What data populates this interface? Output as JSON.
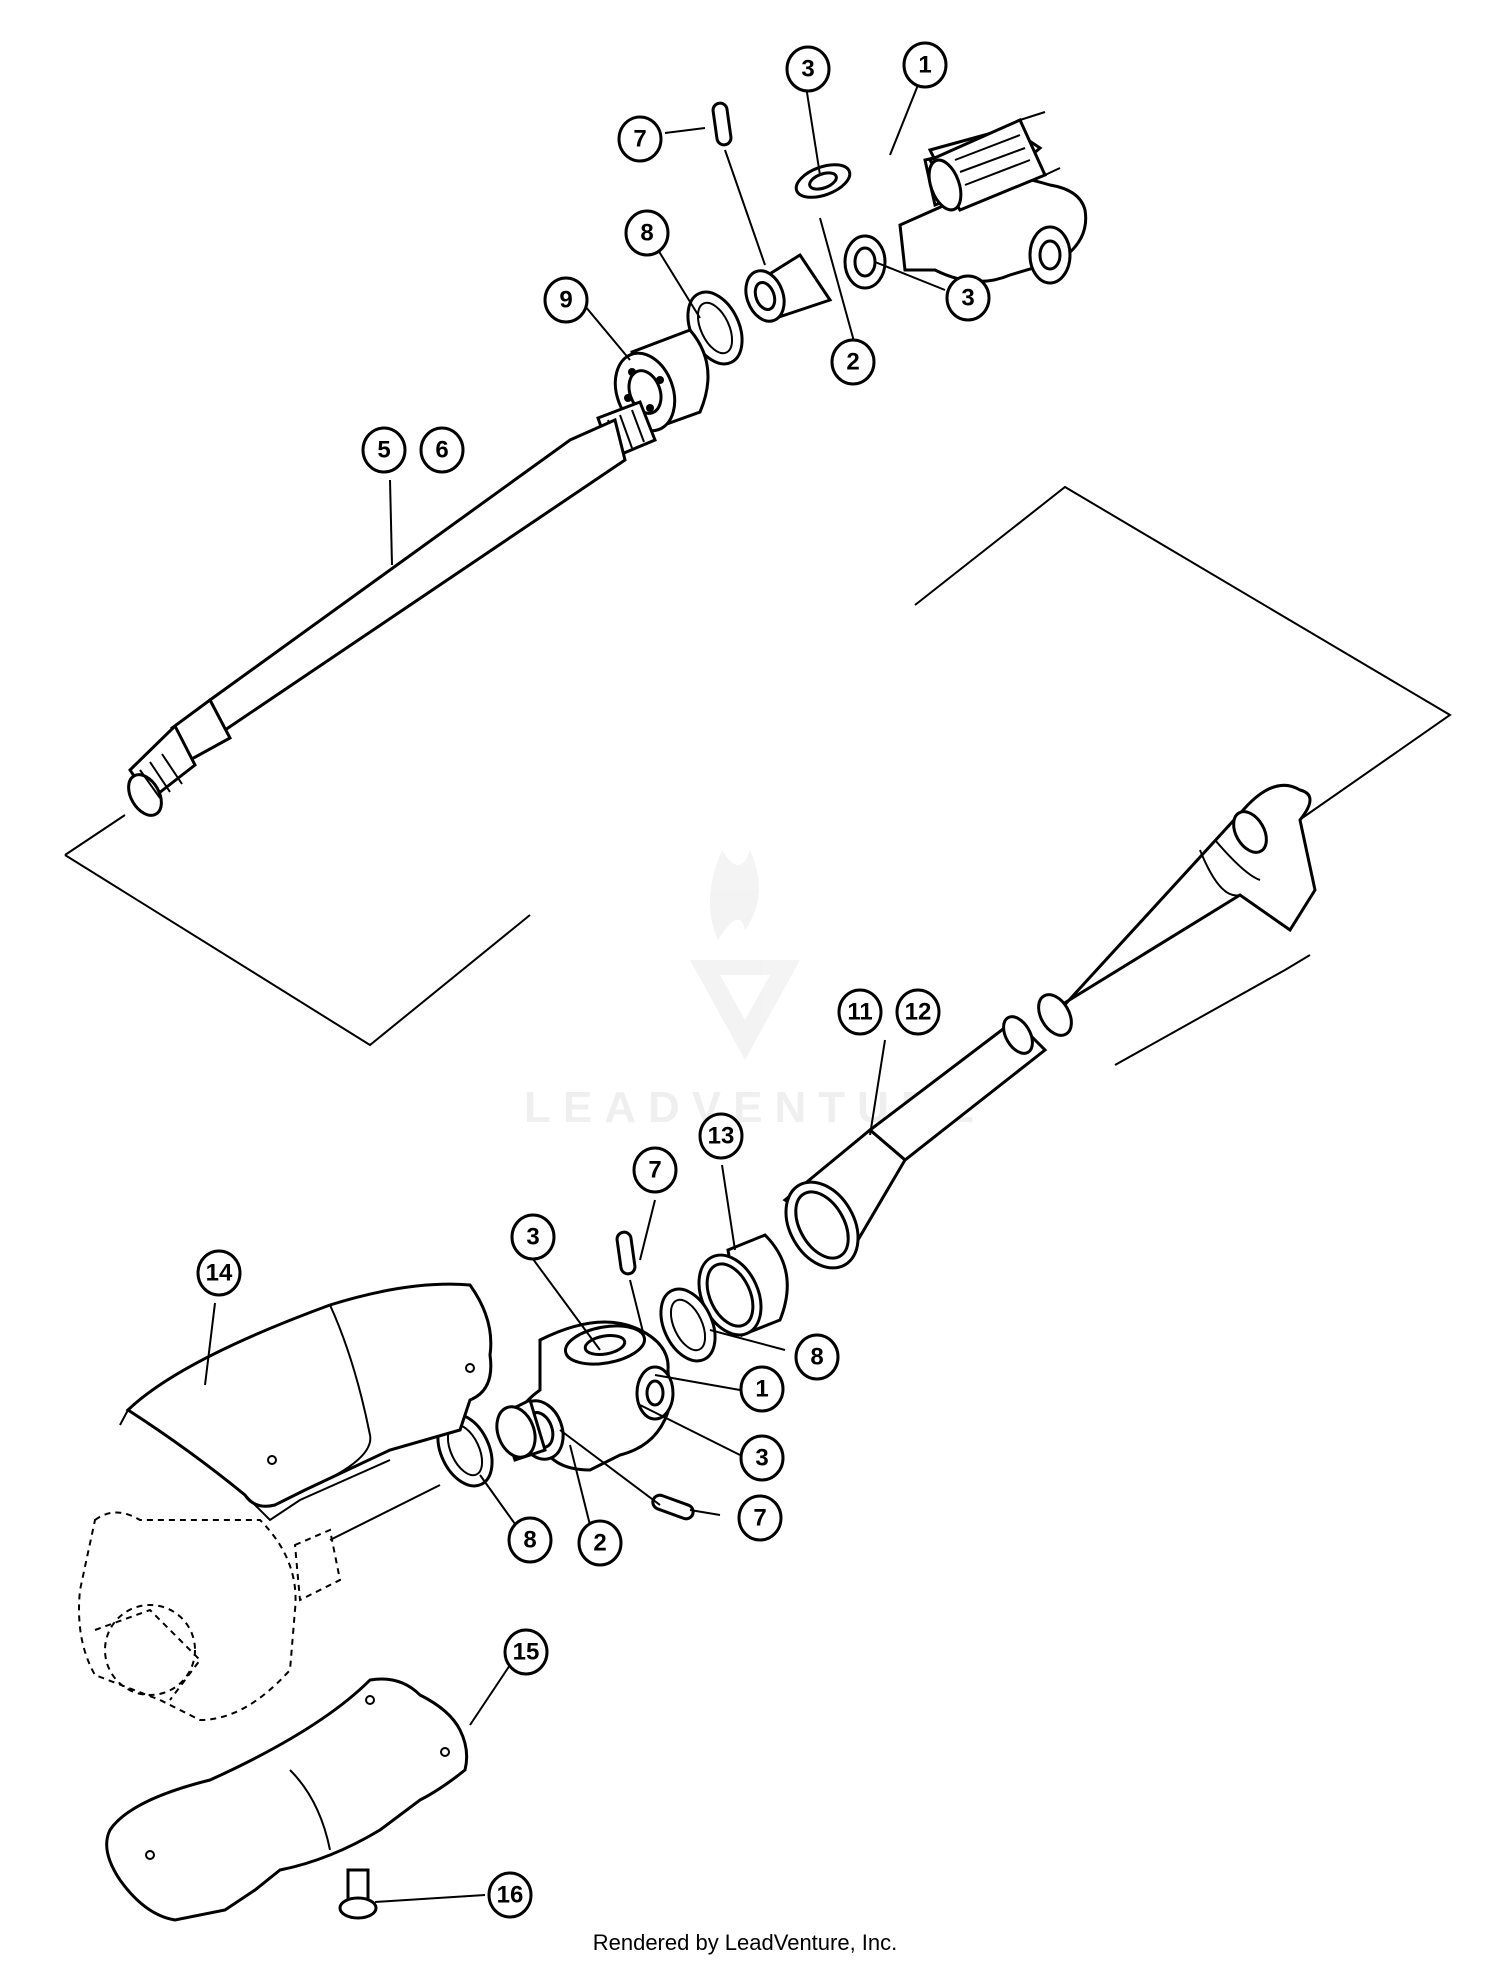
{
  "watermark": {
    "text": "LEADVENTURE"
  },
  "footer": {
    "text": "Rendered by LeadVenture, Inc."
  },
  "callouts": {
    "c1_top": "1",
    "c3_top_a": "3",
    "c7_top": "7",
    "c8_top": "8",
    "c9": "9",
    "c3_top_b": "3",
    "c2_top": "2",
    "c5": "5",
    "c6": "6",
    "c11": "11",
    "c12": "12",
    "c13": "13",
    "c7_mid": "7",
    "c3_bot_a": "3",
    "c14": "14",
    "c8_bot_a": "8",
    "c1_bot": "1",
    "c3_bot_b": "3",
    "c7_bot": "7",
    "c8_bot_b": "8",
    "c2_bot": "2",
    "c15": "15",
    "c16": "16"
  }
}
